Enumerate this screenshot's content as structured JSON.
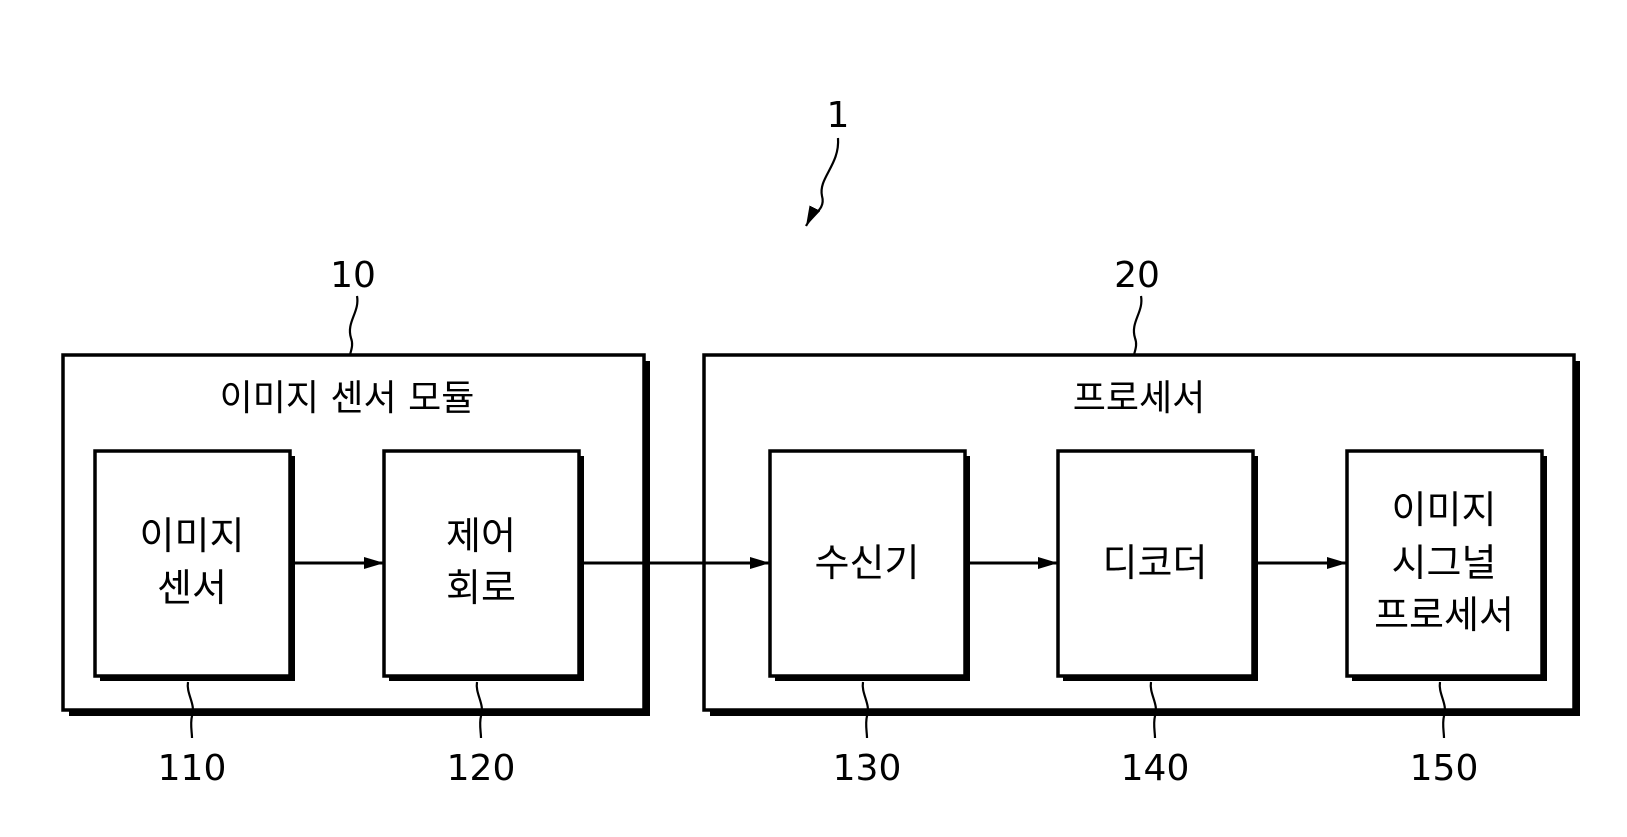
{
  "system": {
    "ref": "1"
  },
  "module": {
    "ref": "10",
    "title": "이미지 센서 모듈"
  },
  "processor": {
    "ref": "20",
    "title": "프로세서"
  },
  "blocks": [
    {
      "ref": "110",
      "lines": [
        "이미지",
        "센서"
      ]
    },
    {
      "ref": "120",
      "lines": [
        "제어",
        "회로"
      ]
    },
    {
      "ref": "130",
      "lines": [
        "수신기"
      ]
    },
    {
      "ref": "140",
      "lines": [
        "디코더"
      ]
    },
    {
      "ref": "150",
      "lines": [
        "이미지",
        "시그널",
        "프로세서"
      ]
    }
  ]
}
